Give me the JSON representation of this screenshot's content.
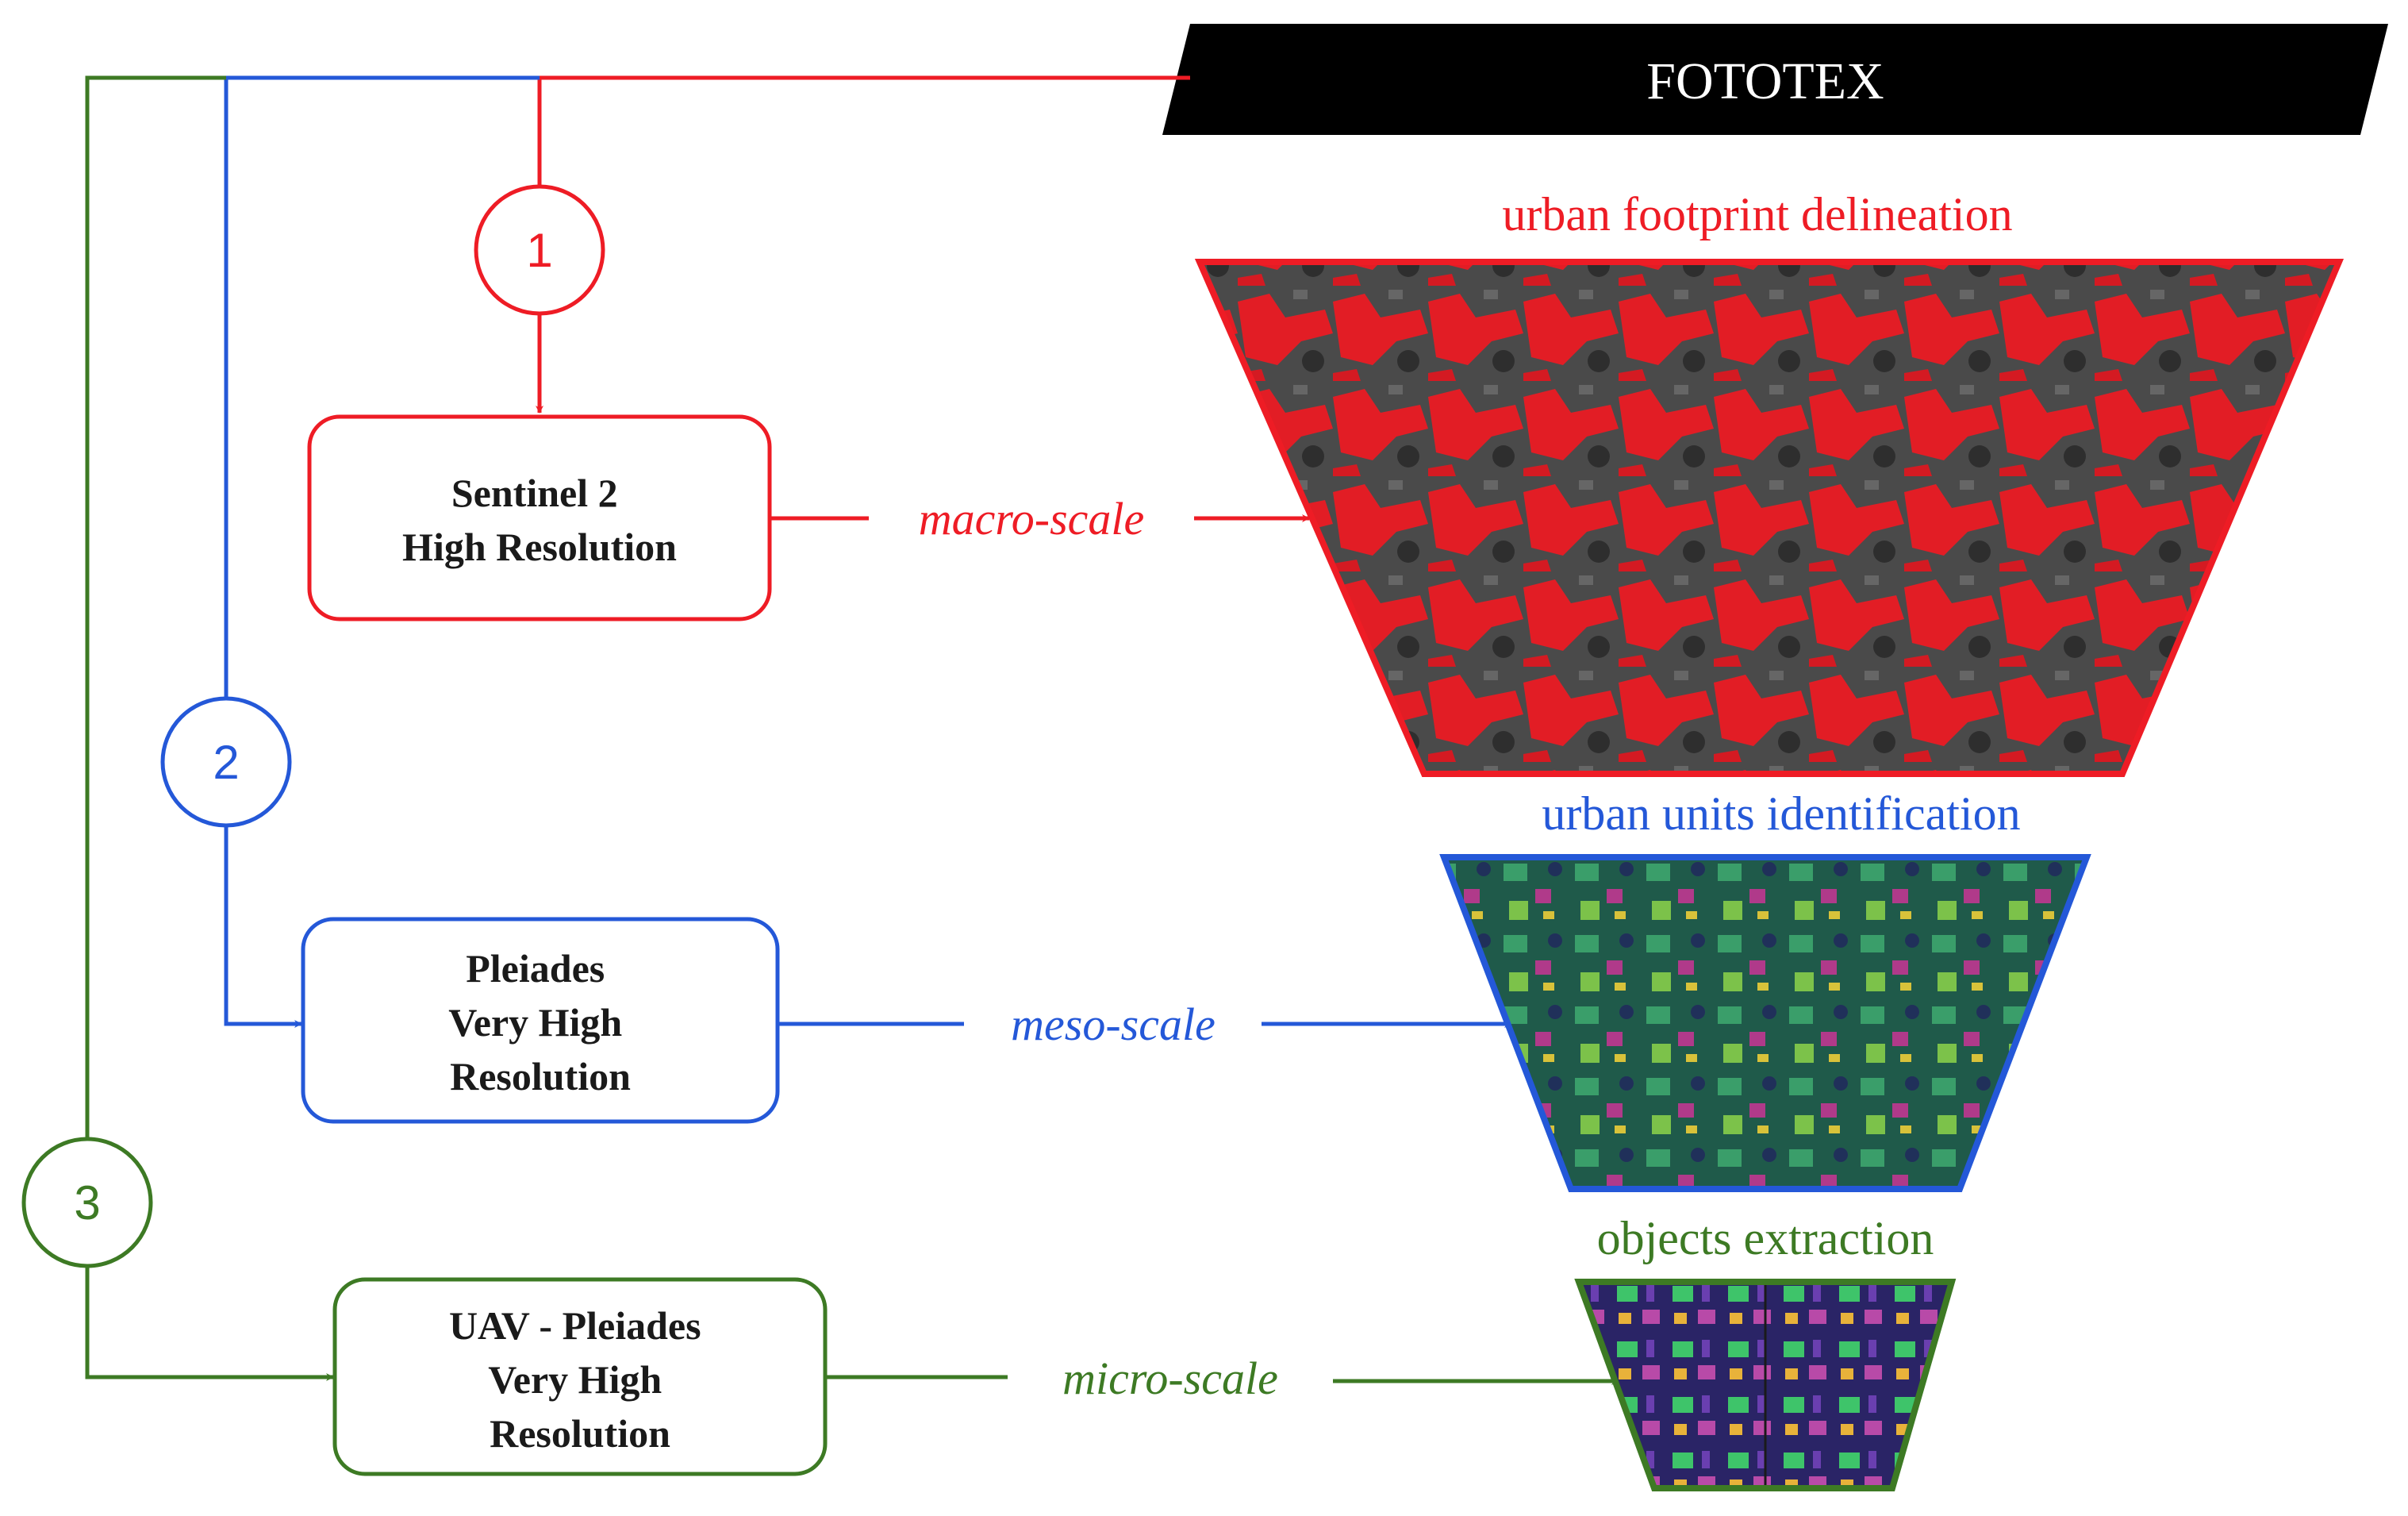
{
  "banner": {
    "title": "FOTOTEX"
  },
  "colors": {
    "red": "#ee1c25",
    "blue": "#2458d8",
    "green": "#3d7a24",
    "banner": "#000000"
  },
  "levels": [
    {
      "number": "1",
      "color": "#ee1c25",
      "box_lines": [
        "Sentinel 2",
        "High Resolution"
      ],
      "scale_label": "macro-scale",
      "caption": "urban footprint delineation"
    },
    {
      "number": "2",
      "color": "#2458d8",
      "box_lines": [
        "Pleiades",
        "Very High",
        "Resolution"
      ],
      "scale_label": "meso-scale",
      "caption": "urban units identification"
    },
    {
      "number": "3",
      "color": "#3d7a24",
      "box_lines": [
        "UAV - Pleiades",
        "Very High",
        "Resolution"
      ],
      "scale_label": "micro-scale",
      "caption": "objects extraction"
    }
  ]
}
